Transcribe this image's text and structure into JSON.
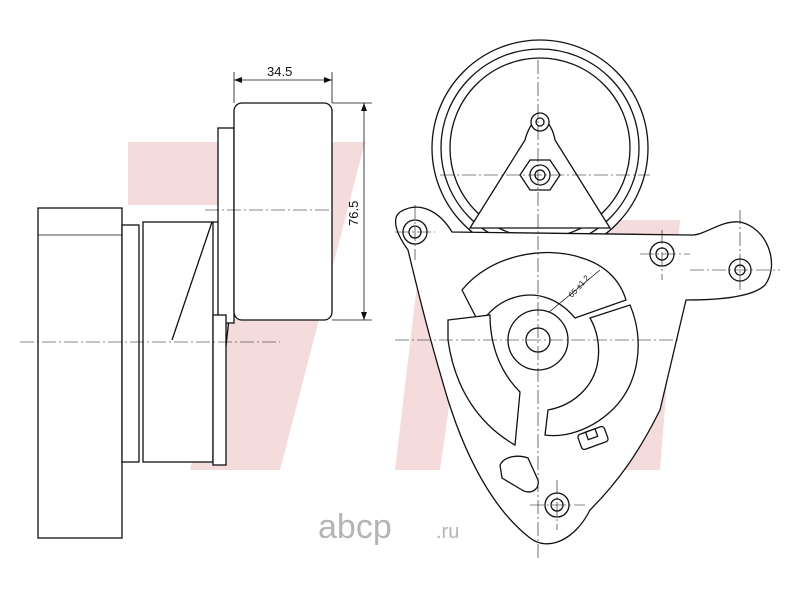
{
  "dimensions": {
    "width_label": "34.5",
    "height_label": "76.5"
  },
  "arc_marking": "65 ±1.2",
  "watermark": {
    "logo_text": "abcp",
    "logo_suffix": ".ru"
  },
  "colors": {
    "brand_red": "#e8b4b4",
    "ink": "#111111",
    "watermark_grey": "#b5b5b5"
  }
}
